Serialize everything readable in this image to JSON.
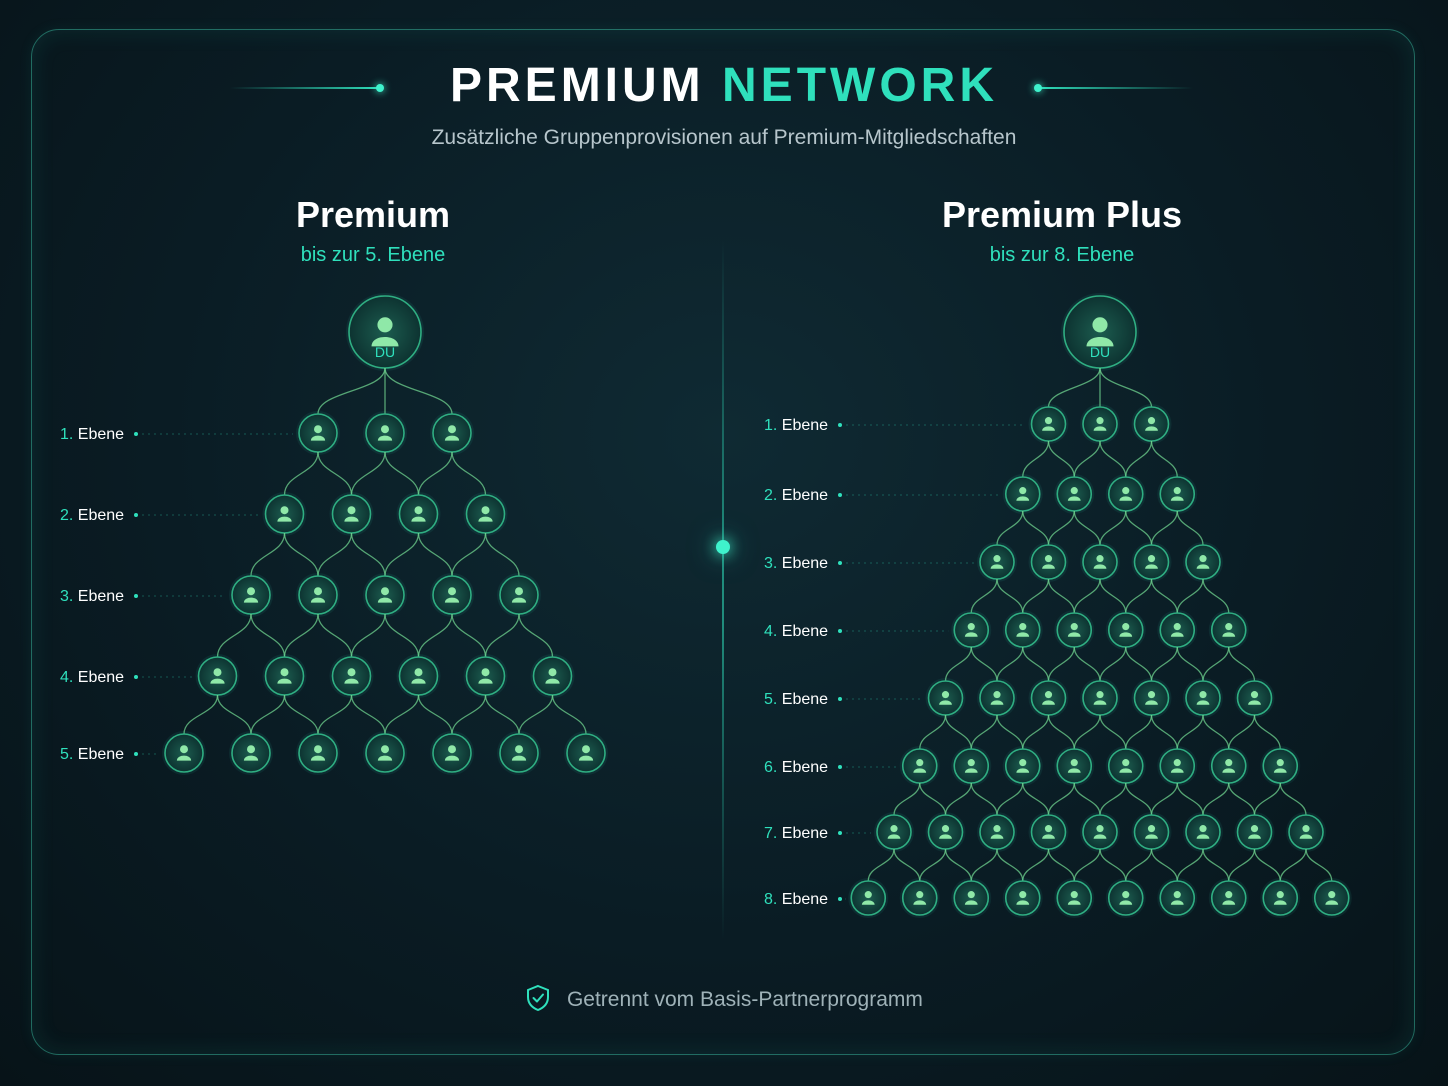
{
  "header": {
    "title_part1": "PREMIUM",
    "title_part2": "NETWORK",
    "subtitle": "Zusätzliche Gruppenprovisionen auf Premium-Mitgliedschaften"
  },
  "panels": [
    {
      "title": "Premium",
      "subtitle": "bis zur 5. Ebene",
      "root_label": "DU",
      "level_word": "Ebene",
      "levels": [
        {
          "label": "1.",
          "members": 3
        },
        {
          "label": "2.",
          "members": 4
        },
        {
          "label": "3.",
          "members": 5
        },
        {
          "label": "4.",
          "members": 6
        },
        {
          "label": "5.",
          "members": 7
        }
      ]
    },
    {
      "title": "Premium Plus",
      "subtitle": "bis zur 8. Ebene",
      "root_label": "DU",
      "level_word": "Ebene",
      "levels": [
        {
          "label": "1.",
          "members": 3
        },
        {
          "label": "2.",
          "members": 4
        },
        {
          "label": "3.",
          "members": 5
        },
        {
          "label": "4.",
          "members": 6
        },
        {
          "label": "5.",
          "members": 7
        },
        {
          "label": "6.",
          "members": 8
        },
        {
          "label": "7.",
          "members": 9
        },
        {
          "label": "8.",
          "members": 10
        }
      ]
    }
  ],
  "footer": {
    "icon": "shield-check-icon",
    "text": "Getrennt vom Basis-Partnerprogramm"
  },
  "colors": {
    "accent": "#2fe0bc",
    "node_fill": "#0f3b38",
    "node_stroke": "#2fae82",
    "person": "#8fe8a8",
    "background": "#0a1c24"
  }
}
